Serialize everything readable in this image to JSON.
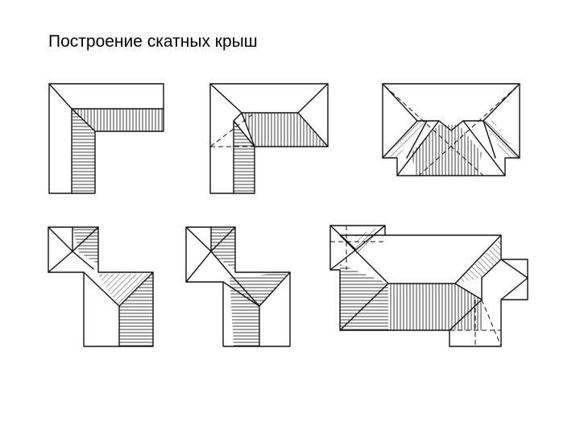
{
  "slide": {
    "title": "Построение скатных крыш"
  },
  "diagrams": [
    {
      "id": "l-shaped-hip-roof"
    },
    {
      "id": "l-shaped-gable-hip-roof"
    },
    {
      "id": "t-shaped-roof"
    },
    {
      "id": "offset-squares-roof-1"
    },
    {
      "id": "offset-squares-roof-2"
    },
    {
      "id": "complex-cross-roof"
    }
  ],
  "colors": {
    "ink": "#111111",
    "background": "#ffffff"
  }
}
